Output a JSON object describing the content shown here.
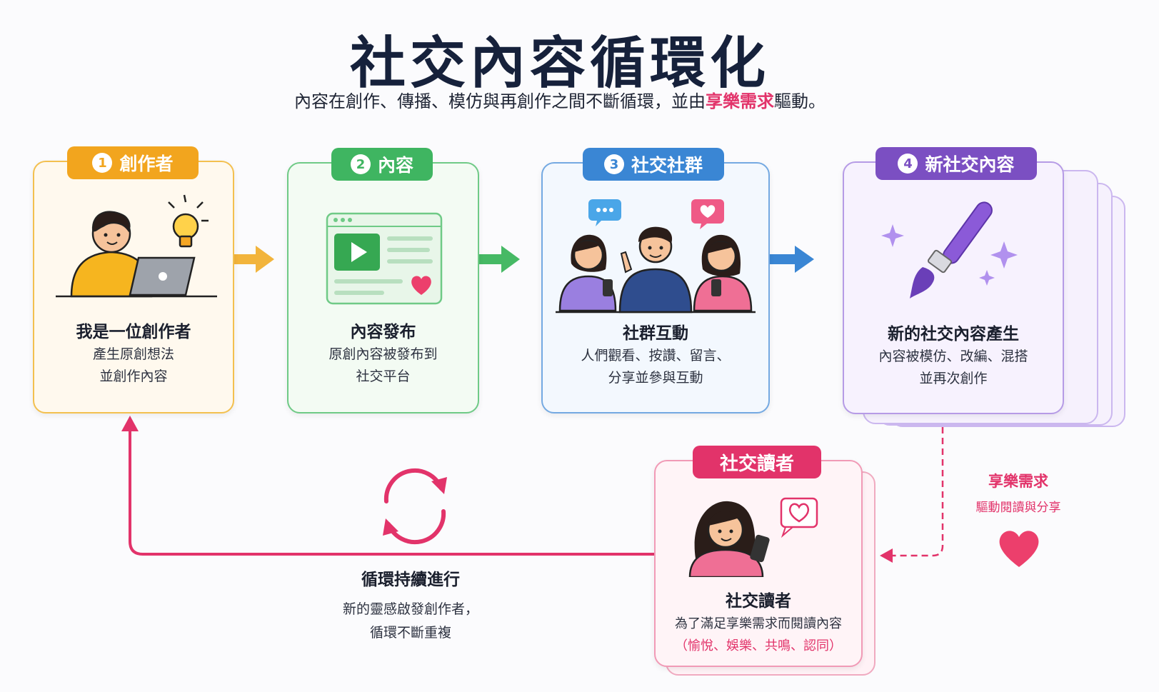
{
  "header": {
    "title": "社交內容循環化",
    "subtitle_before": "內容在創作、傳播、模仿與再創作之間不斷循環，並由",
    "subtitle_highlight": "享樂需求",
    "subtitle_after": "驅動。"
  },
  "steps": [
    {
      "num": "1",
      "badge": "創作者",
      "title": "我是一位創作者",
      "desc": [
        "產生原創想法",
        "並創作內容"
      ]
    },
    {
      "num": "2",
      "badge": "內容",
      "title": "內容發布",
      "desc": [
        "原創內容被發布到",
        "社交平台"
      ]
    },
    {
      "num": "3",
      "badge": "社交社群",
      "title": "社群互動",
      "desc": [
        "人們觀看、按讚、留言、",
        "分享並參與互動"
      ]
    },
    {
      "num": "4",
      "badge": "新社交內容",
      "title": "新的社交內容產生",
      "desc": [
        "內容被模仿、改編、混搭",
        "並再次創作"
      ]
    }
  ],
  "reader": {
    "badge": "社交讀者",
    "title": "社交讀者",
    "desc": "為了滿足享樂需求而閱讀內容",
    "highlight": "（愉悅、娛樂、共鳴、認同）"
  },
  "loop": {
    "title": "循環持續進行",
    "desc": [
      "新的靈感啟發創作者，",
      "循環不斷重複"
    ]
  },
  "demand": {
    "title": "享樂需求",
    "desc": "驅動閱讀與分享"
  },
  "colors": {
    "orange": "#f2a51e",
    "green": "#3fb561",
    "blue": "#3a86d4",
    "purple": "#7b4fc2",
    "pink": "#e2336a"
  }
}
